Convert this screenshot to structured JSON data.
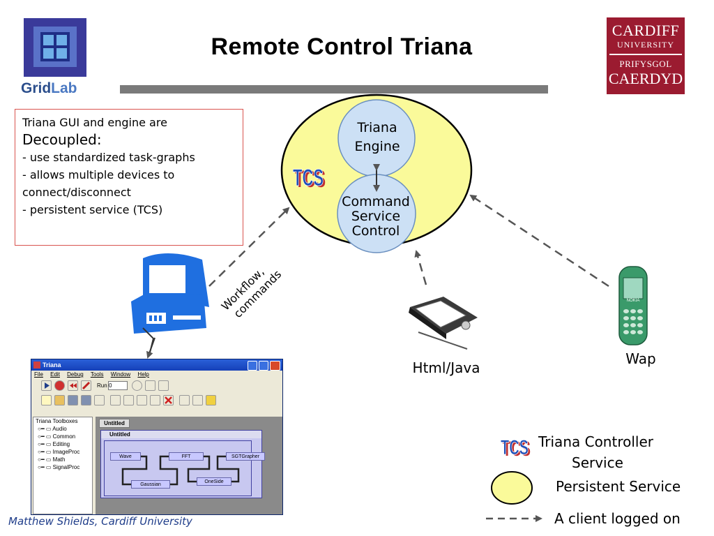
{
  "slide": {
    "title": "Remote Control Triana",
    "logos": {
      "gridlab_grid": "Grid",
      "gridlab_lab": "Lab",
      "cardiff_line1": "CARDIFF",
      "cardiff_line2": "UNIVERSITY",
      "cardiff_line3": "PRIFYSGOL",
      "cardiff_line4": "CAERDYD"
    },
    "info_box": {
      "line1": "Triana GUI and engine are",
      "line2": "Decoupled:",
      "line3": "- use standardized task-graphs",
      "line4": "- allows multiple devices to",
      "line5": "connect/disconnect",
      "line6": "- persistent service (TCS)"
    },
    "server": {
      "tcs_badge": "TCS",
      "engine": [
        "Triana",
        "Engine"
      ],
      "command": [
        "Command",
        "Service",
        "Control"
      ]
    },
    "workflow_label": [
      "Workflow,",
      "commands"
    ],
    "clients": {
      "htmljava": "Html/Java",
      "wap": "Wap"
    },
    "legend": {
      "tcs_badge": "TCS",
      "tcs_line1": "Triana Controller",
      "tcs_line2": "Service",
      "persistent": "Persistent Service",
      "client": "A client logged on"
    },
    "footer": "Matthew Shields, Cardiff University",
    "colors": {
      "ellipse": "#fafa9a",
      "circle": "#cce0f5",
      "tcs": "#1f4fb8",
      "arrow": "#555555"
    }
  },
  "triana_window": {
    "title": "Triana",
    "menu": [
      "File",
      "Edit",
      "Debug",
      "Tools",
      "Window",
      "Help"
    ],
    "run_label": "Run",
    "run_value": "0",
    "tree_root": "Triana Toolboxes",
    "tree_items": [
      "Audio",
      "Common",
      "Editing",
      "ImageProc",
      "Math",
      "SignalProc"
    ],
    "tab": "Untitled",
    "inner_title": "Untitled",
    "units": [
      "Wave",
      "FFT",
      "SGTGrapher",
      "Gaussian",
      "OneSide"
    ]
  }
}
